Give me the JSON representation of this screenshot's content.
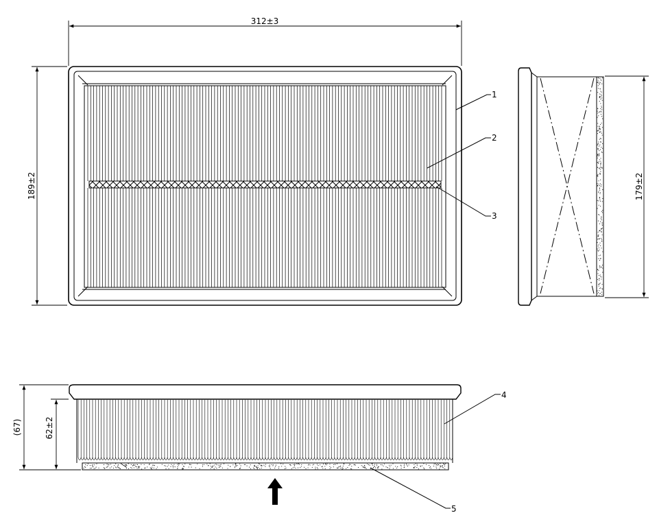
{
  "dimensions": {
    "top_width": "312±3",
    "top_height": "189±2",
    "side_height": "179±2",
    "front_overall": "(67)",
    "front_body": "62±2"
  },
  "callouts": [
    "1",
    "2",
    "3",
    "4",
    "5"
  ],
  "airflow_icon": "arrow-up-icon"
}
